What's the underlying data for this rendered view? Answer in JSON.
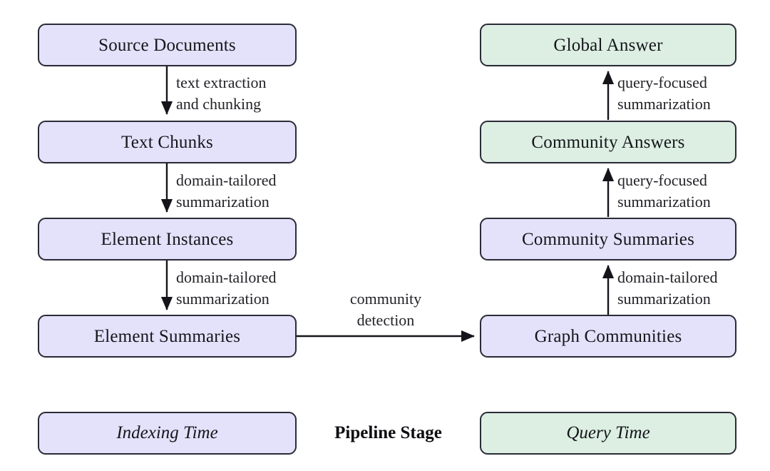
{
  "figure": {
    "type": "flowchart",
    "orientation": "two-column",
    "background": "#ffffff"
  },
  "colors": {
    "indexing_fill": "#e3e2fa",
    "query_fill": "#dcefe2",
    "stroke": "#2b2b38",
    "text": "#15151c",
    "edge_label_text": "#222228"
  },
  "nodes": {
    "source_documents": "Source Documents",
    "text_chunks": "Text Chunks",
    "element_instances": "Element Instances",
    "element_summaries": "Element Summaries",
    "graph_communities": "Graph Communities",
    "community_summaries": "Community Summaries",
    "community_answers": "Community Answers",
    "global_answer": "Global Answer"
  },
  "edges": {
    "text_extraction": {
      "line1": "text extraction",
      "line2": "and chunking"
    },
    "domain_tailored_1": {
      "line1": "domain-tailored",
      "line2": "summarization"
    },
    "domain_tailored_2": {
      "line1": "domain-tailored",
      "line2": "summarization"
    },
    "community_detection": {
      "line1": "community",
      "line2": "detection"
    },
    "domain_tailored_3": {
      "line1": "domain-tailored",
      "line2": "summarization"
    },
    "query_focused_1": {
      "line1": "query-focused",
      "line2": "summarization"
    },
    "query_focused_2": {
      "line1": "query-focused",
      "line2": "summarization"
    }
  },
  "legend": {
    "indexing": "Indexing Time",
    "center": "Pipeline Stage",
    "query": "Query Time"
  }
}
